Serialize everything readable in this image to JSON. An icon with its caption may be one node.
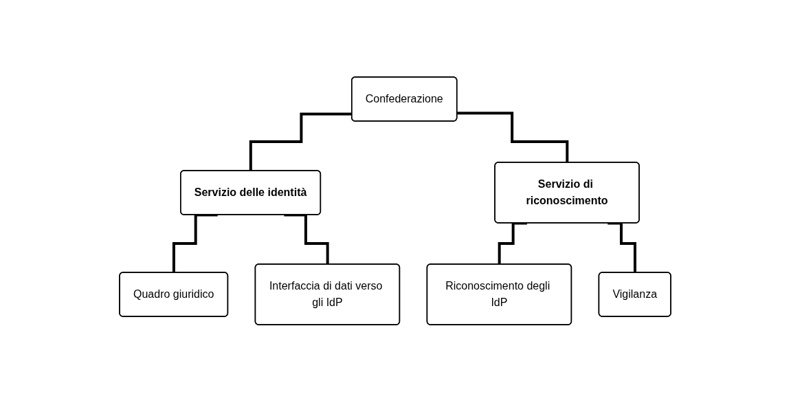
{
  "diagram": {
    "nodes": [
      {
        "text": [
          "Confederazione"
        ]
      },
      {
        "text": [
          "Servizio delle identità"
        ]
      },
      {
        "text": [
          "Servizio di riconoscimento"
        ]
      },
      {
        "text": [
          "Quadro giuridico"
        ]
      },
      {
        "text": [
          "Interfaccia di dati verso gli IdP"
        ]
      },
      {
        "text": [
          "Riconoscimento degli IdP"
        ]
      },
      {
        "text": [
          "Vigilanza"
        ]
      }
    ],
    "edges": [
      {
        "from": 0,
        "to": 1,
        "arrow": "none"
      },
      {
        "from": 0,
        "to": 2,
        "arrow": "none"
      },
      {
        "from": 1,
        "to": 3,
        "arrow": "none"
      },
      {
        "from": 1,
        "to": 4,
        "arrow": "none"
      },
      {
        "from": 2,
        "to": 5,
        "arrow": "none"
      },
      {
        "from": 2,
        "to": 6,
        "arrow": "none"
      }
    ]
  }
}
